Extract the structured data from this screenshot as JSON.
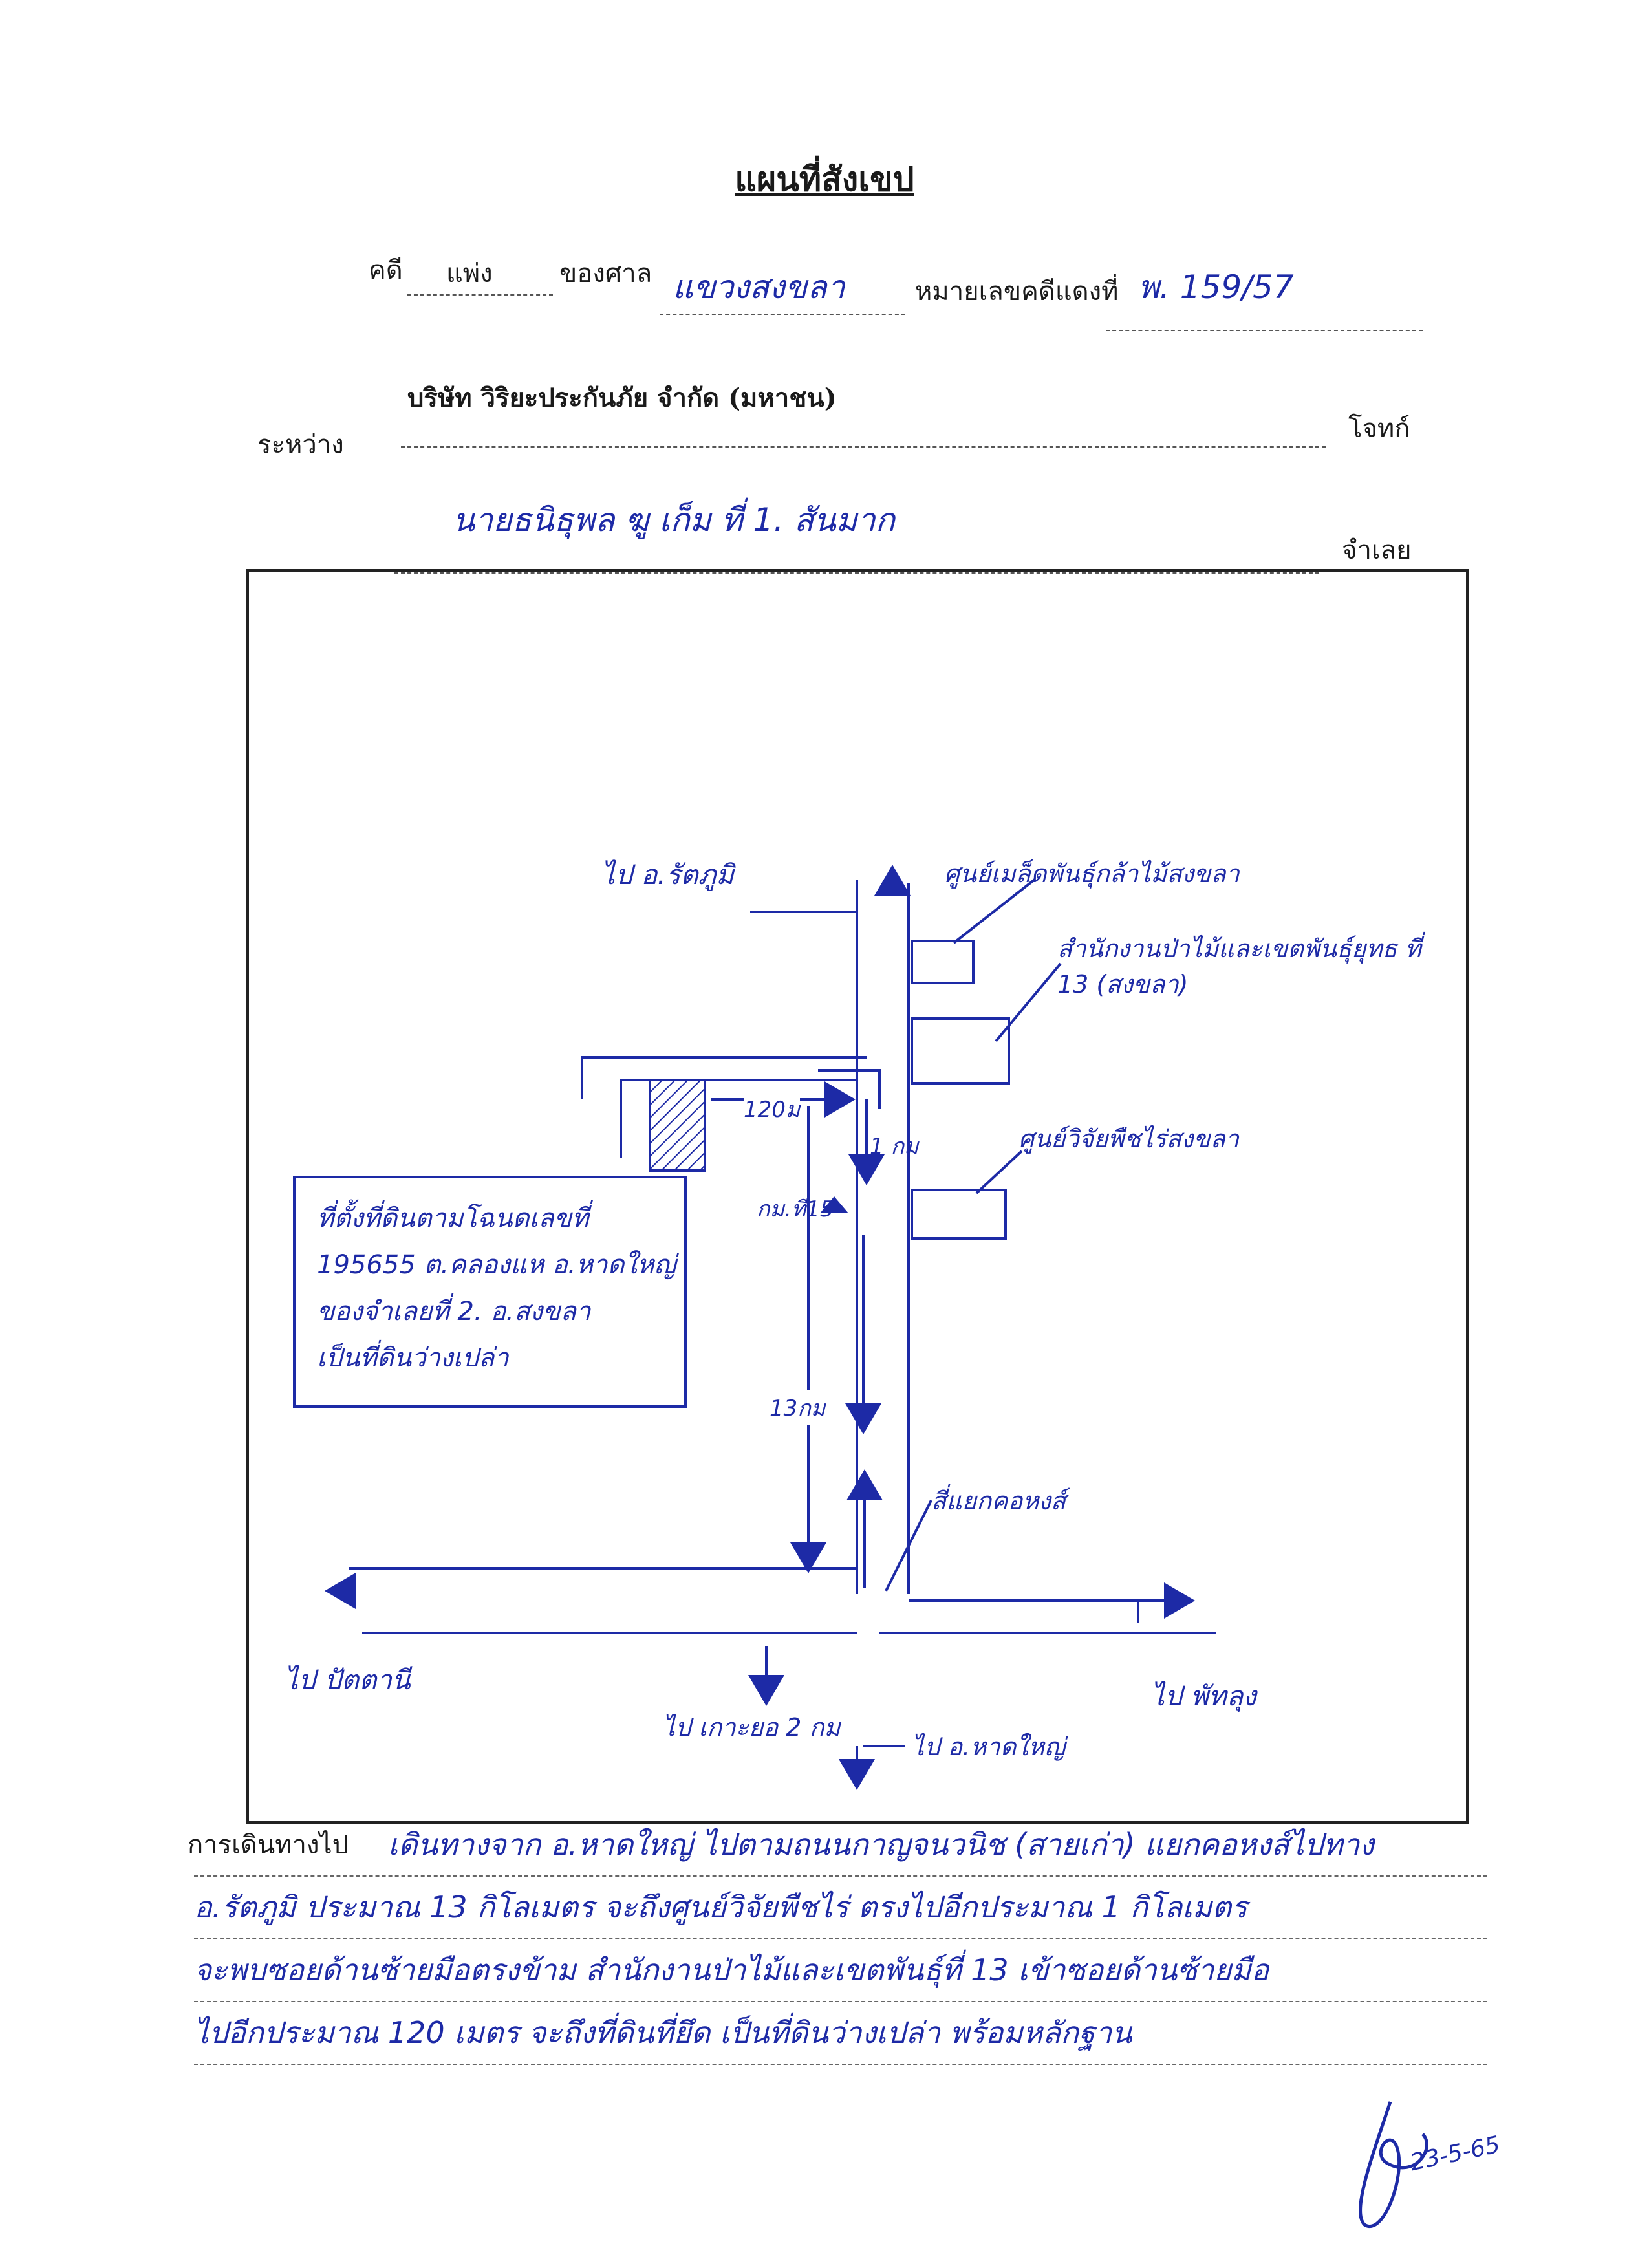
{
  "document": {
    "title": "แผนที่สังเขป",
    "case_label": "คดี",
    "case_type": "แพ่ง",
    "court_label": "ของศาล",
    "court_name": "แขวงสงขลา",
    "red_case_label": "หมายเลขคดีแดงที่",
    "red_case_no": "พ. 159/57",
    "between_label": "ระหว่าง",
    "plaintiff_name": "บริษัท วิริยะประกันภัย จำกัด (มหาชน)",
    "plaintiff_label": "โจทก์",
    "defendant_name": "นายธนิธุพล ฆู เก็ม ที่ 1. สันมาก",
    "defendant_label": "จำเลย"
  },
  "map": {
    "to_ratthaphum": "ไป อ.รัตภูมิ",
    "seed_center": "ศูนย์เมล็ดพันธุ์กล้าไม้สงขลา",
    "forest_office": "สำนักงานป่าไม้และเขตพันธุ์ยุทธ ที่ 13 (สงขลา)",
    "field_crops_center": "ศูนย์วิจัยพืชไร่สงขลา",
    "distance_120m": "120ม",
    "distance_1km": "1 กม",
    "km_marker": "กม.ที่15",
    "distance_13km": "13กม",
    "traffic_light": "สี่แยกคอหงส์",
    "to_pattani": "ไป ปัตตานี",
    "to_phatthalung": "ไป พัทลุง",
    "to_hatyai": "ไป อ.หาดใหญ่",
    "from_ko_yo": "ไป เกาะยอ 2 กม",
    "parcel_note": [
      "ที่ตั้งที่ดินตามโฉนดเลขที่",
      "195655 ต.คลองแห อ.หาดใหญ่",
      "ของจำเลยที่ 2. อ.สงขลา",
      "เป็นที่ดินว่างเปล่า"
    ]
  },
  "route": {
    "label": "การเดินทางไป",
    "lines": [
      "เดินทางจาก อ.หาดใหญ่ ไปตามถนนกาญจนวนิช (สายเก่า) แยกคอหงส์ไปทาง",
      "อ.รัตภูมิ ประมาณ 13 กิโลเมตร จะถึงศูนย์วิจัยพืชไร่ ตรงไปอีกประมาณ 1 กิโลเมตร",
      "จะพบซอยด้านซ้ายมือตรงข้าม สำนักงานป่าไม้และเขตพันธุ์ที่ 13 เข้าซอยด้านซ้ายมือ",
      "ไปอีกประมาณ 120 เมตร จะถึงที่ดินที่ยึด เป็นที่ดินว่างเปล่า พร้อมหลักฐาน"
    ]
  },
  "signature": {
    "date": "23-5-65"
  }
}
